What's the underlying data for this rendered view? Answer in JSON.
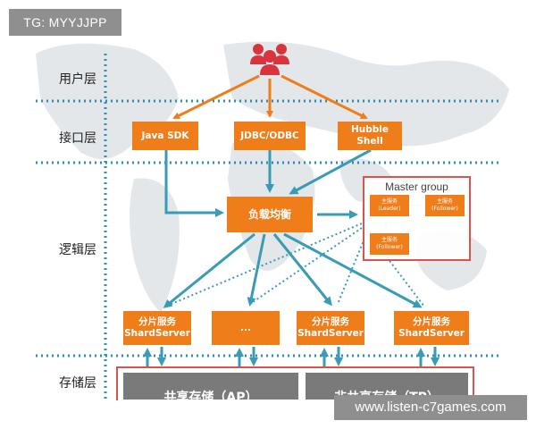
{
  "watermarks": {
    "top_left": "TG: MYYJJPP",
    "bottom_right": "www.listen-c7games.com"
  },
  "layers": {
    "user": "用户层",
    "interface": "接口层",
    "logic": "逻辑层",
    "storage": "存储层"
  },
  "interface_boxes": [
    "Java SDK",
    "JDBC/ODBC",
    "Hubble\nShell"
  ],
  "load_balancer": "负载均衡",
  "master_group": {
    "title": "Master group",
    "leader_name": "主服务",
    "leader_role": "(Leader)",
    "follower1_name": "主服务",
    "follower1_role": "(Follower)",
    "follower2_name": "主服务",
    "follower2_role": "(Follower)"
  },
  "shards": [
    {
      "name": "分片服务",
      "sub": "ShardServer"
    },
    {
      "name": "...",
      "sub": ""
    },
    {
      "name": "分片服务",
      "sub": "ShardServer"
    },
    {
      "name": "分片服务",
      "sub": "ShardServer"
    }
  ],
  "storage": {
    "shared": "共享存储（AP）",
    "non_shared": "非共享存储（TP）"
  },
  "colors": {
    "accent_orange": "#ee7d1a",
    "arrow_blue": "#3a9bb5",
    "frame_red": "#d9534f",
    "users_red": "#d9343e",
    "divider_dots": "#2f8fb0",
    "storage_gray": "#7a7a7a"
  },
  "icons": {
    "users": "users-group-icon"
  }
}
